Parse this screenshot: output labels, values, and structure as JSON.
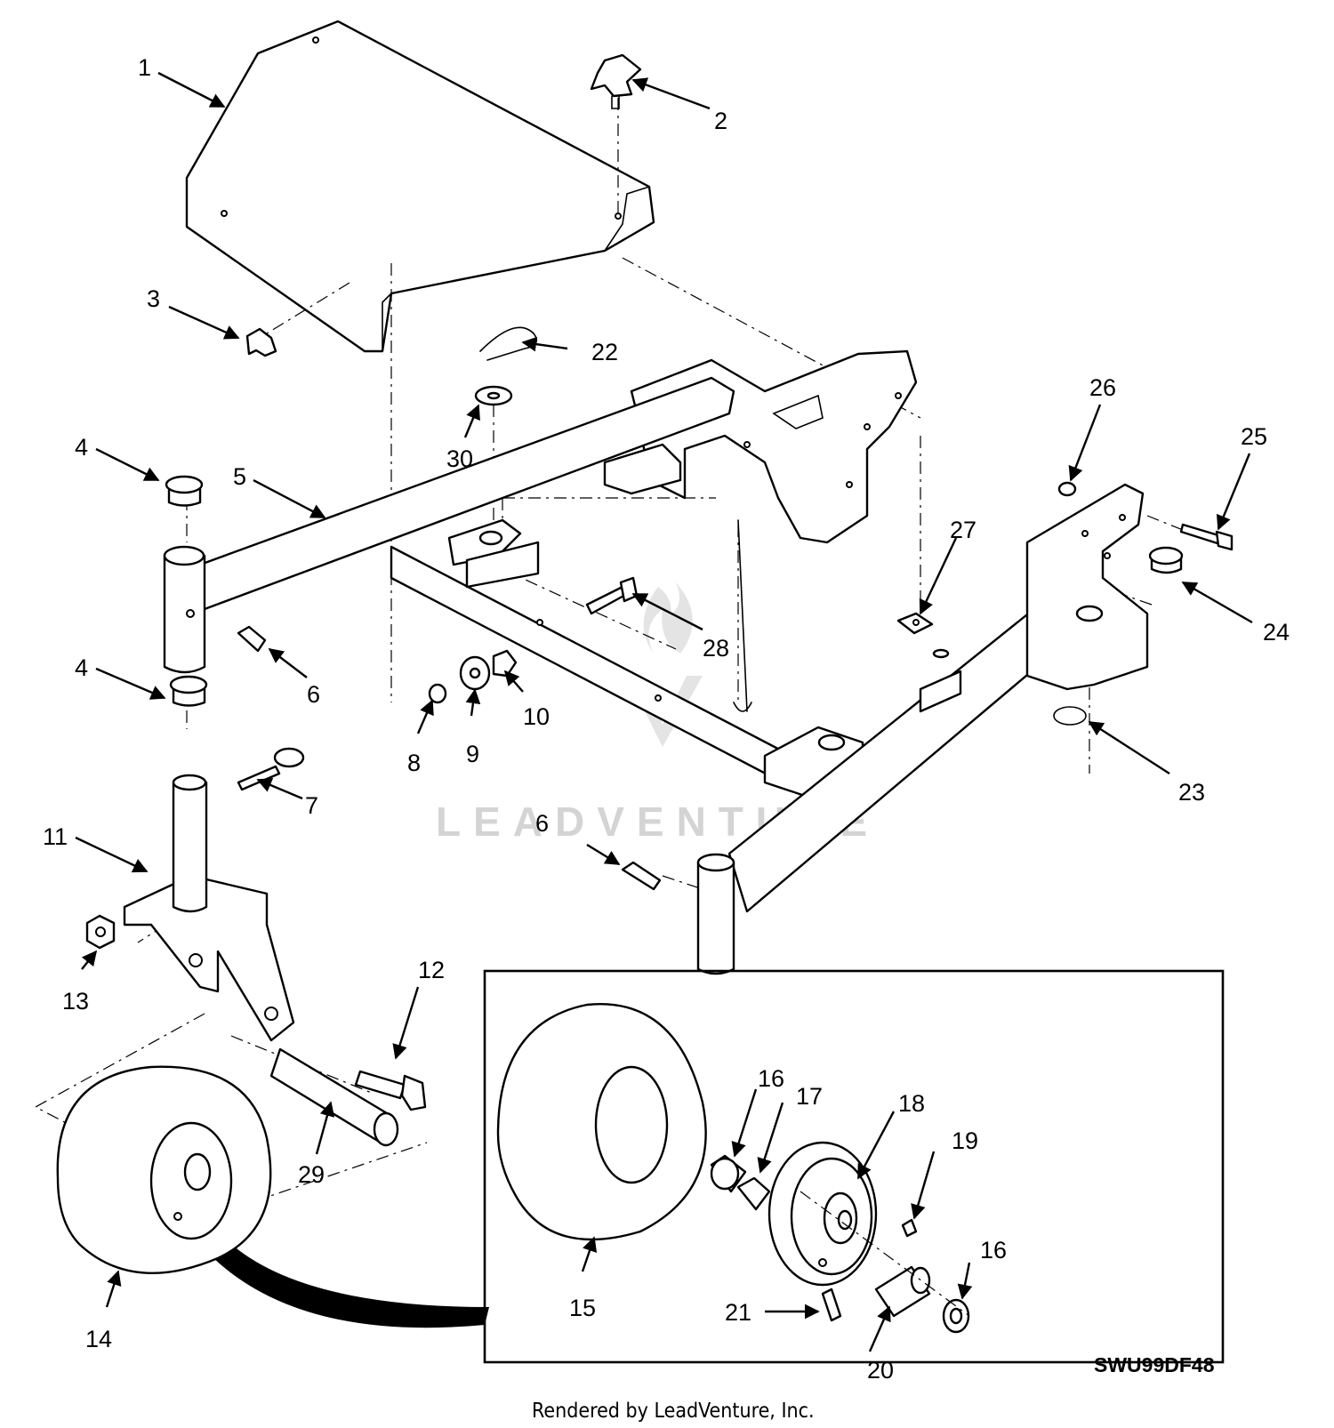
{
  "diagram": {
    "drawing_code": "SWU99DF48",
    "credit": "Rendered by LeadVenture, Inc.",
    "watermark": "LEADVENTURE",
    "callouts": {
      "c1": "1",
      "c2": "2",
      "c3": "3",
      "c4a": "4",
      "c4b": "4",
      "c5": "5",
      "c6a": "6",
      "c6b": "6",
      "c7": "7",
      "c8": "8",
      "c9": "9",
      "c10": "10",
      "c11": "11",
      "c12": "12",
      "c13": "13",
      "c14": "14",
      "c15": "15",
      "c16a": "16",
      "c16b": "16",
      "c17": "17",
      "c18": "18",
      "c19": "19",
      "c20": "20",
      "c21": "21",
      "c22": "22",
      "c23": "23",
      "c24": "24",
      "c25": "25",
      "c26": "26",
      "c27": "27",
      "c28": "28",
      "c29": "29",
      "c30": "30"
    }
  }
}
